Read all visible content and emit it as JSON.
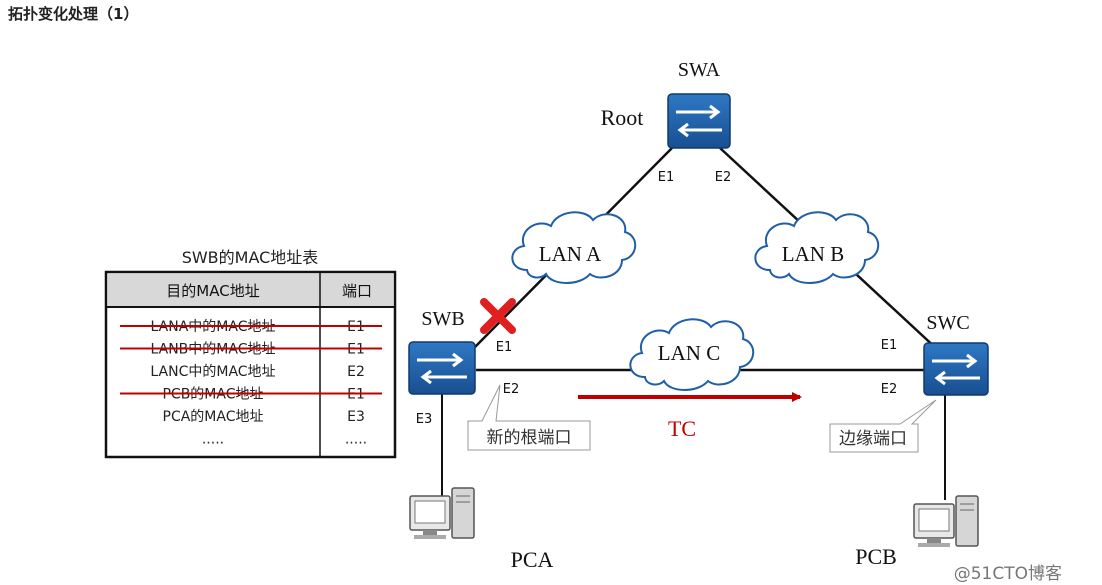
{
  "page": {
    "title": "拓扑变化处理（1）"
  },
  "switches": {
    "swa": {
      "name": "SWA",
      "role": "Root",
      "ports": [
        "E1",
        "E2"
      ]
    },
    "swb": {
      "name": "SWB",
      "ports": [
        "E1",
        "E2",
        "E3"
      ]
    },
    "swc": {
      "name": "SWC",
      "ports": [
        "E1",
        "E2"
      ]
    }
  },
  "lans": {
    "a": "LAN A",
    "b": "LAN B",
    "c": "LAN C"
  },
  "hosts": {
    "pca": "PCA",
    "pcb": "PCB"
  },
  "callouts": {
    "new_root_port": "新的根端口",
    "edge_port": "边缘端口"
  },
  "tc": {
    "label": "TC",
    "color": "#c00000"
  },
  "mac_table": {
    "caption": "SWB的MAC地址表",
    "headers": [
      "目的MAC地址",
      "端口"
    ],
    "rows": [
      {
        "address": "LANA中的MAC地址",
        "port": "E1",
        "struck": true
      },
      {
        "address": "LANB中的MAC地址",
        "port": "E1",
        "struck": true
      },
      {
        "address": "LANC中的MAC地址",
        "port": "E2",
        "struck": false
      },
      {
        "address": "PCB的MAC地址",
        "port": "E1",
        "struck": true
      },
      {
        "address": "PCA的MAC地址",
        "port": "E3",
        "struck": false
      },
      {
        "address": ".....",
        "port": ".....",
        "struck": false
      }
    ]
  },
  "watermark": "@51CTO博客",
  "colors": {
    "switch_blue": "#1f5fa8",
    "strike_red": "#c00000",
    "block_x": "#e02020"
  },
  "icons": {
    "switch": "switch-icon",
    "cloud": "cloud-icon",
    "pc": "pc-icon",
    "blocked": "blocked-x-icon"
  }
}
